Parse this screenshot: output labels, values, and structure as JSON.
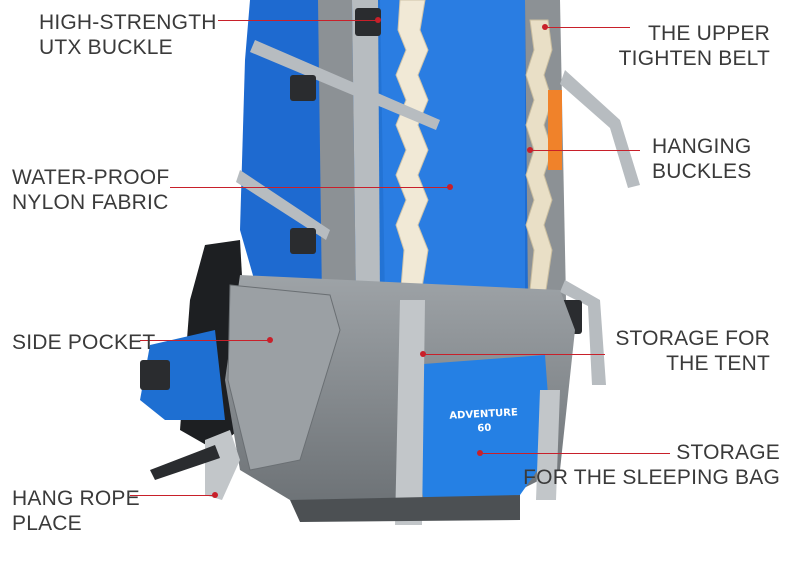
{
  "product": {
    "badge_name": "ADVENTURE",
    "badge_number": "60"
  },
  "callouts": [
    {
      "id": "buckle",
      "lines": [
        "HIGH-STRENGTH",
        "UTX BUCKLE"
      ]
    },
    {
      "id": "upper-belt",
      "lines": [
        "THE UPPER",
        "TIGHTEN BELT"
      ]
    },
    {
      "id": "hanging",
      "lines": [
        "HANGING",
        "BUCKLES"
      ]
    },
    {
      "id": "fabric",
      "lines": [
        "WATER-PROOF",
        "NYLON FABRIC"
      ]
    },
    {
      "id": "side-pocket",
      "lines": [
        "SIDE POCKET"
      ]
    },
    {
      "id": "tent",
      "lines": [
        "STORAGE FOR",
        "THE TENT"
      ]
    },
    {
      "id": "sleeping",
      "lines": [
        "STORAGE",
        "FOR THE SLEEPING BAG"
      ]
    },
    {
      "id": "rope",
      "lines": [
        "HANG ROPE",
        "PLACE"
      ]
    }
  ],
  "colors": {
    "accent_line": "#c8202a",
    "pack_blue": "#1f73d6",
    "pack_grey": "#8a8e92",
    "strap_grey": "#b7bcc0"
  }
}
